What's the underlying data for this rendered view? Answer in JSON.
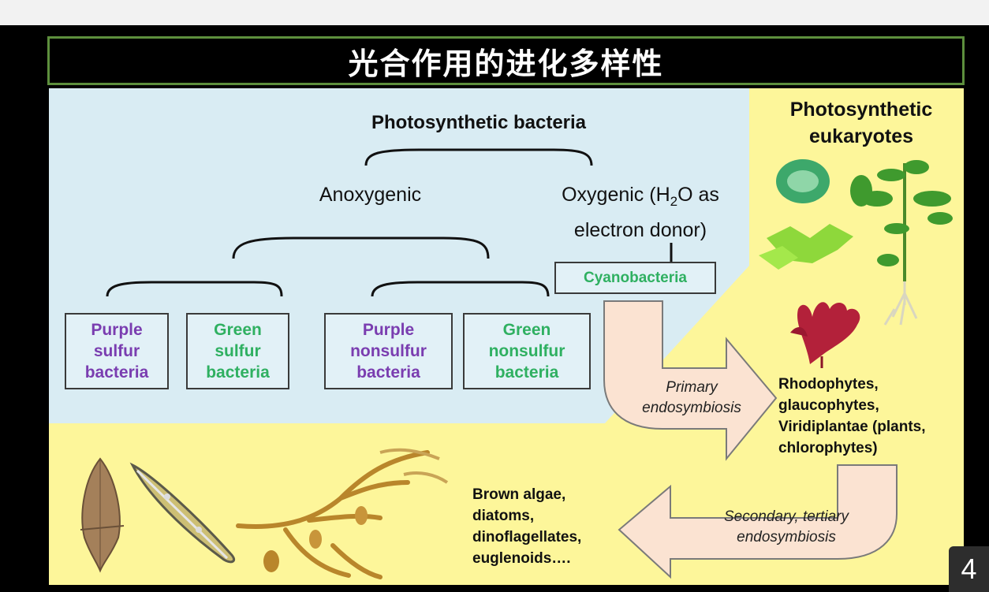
{
  "slide": {
    "title": "光合作用的进化多样性",
    "page_number": "4"
  },
  "tree": {
    "root_label": "Photosynthetic bacteria",
    "anoxygenic_label": "Anoxygenic",
    "oxygenic_line1": "Oxygenic (H",
    "oxygenic_sub": "2",
    "oxygenic_line1_end": "O as",
    "oxygenic_line2": "electron donor)",
    "cyanobacteria": "Cyanobacteria",
    "leaves": [
      {
        "line1": "Purple",
        "line2": "sulfur",
        "line3": "bacteria",
        "color": "#7a3db0"
      },
      {
        "line1": "Green",
        "line2": "sulfur",
        "line3": "bacteria",
        "color": "#2fb061"
      },
      {
        "line1": "Purple",
        "line2": "nonsulfur",
        "line3": "bacteria",
        "color": "#7a3db0"
      },
      {
        "line1": "Green",
        "line2": "nonsulfur",
        "line3": "bacteria",
        "color": "#2fb061"
      }
    ]
  },
  "eukaryotes": {
    "heading_line1": "Photosynthetic",
    "heading_line2": "eukaryotes",
    "primary_line1": "Primary",
    "primary_line2": "endosymbiosis",
    "primary_groups": [
      "Rhodophytes,",
      "glaucophytes,",
      "Viridiplantae (plants,",
      "chlorophytes)"
    ],
    "secondary_line1": "Secondary, tertiary",
    "secondary_line2": "endosymbiosis",
    "secondary_groups": [
      "Brown algae,",
      "diatoms,",
      "dinoflagellates,",
      "euglenoids…."
    ]
  },
  "colors": {
    "blue_panel": "#d9ecf3",
    "yellow_panel": "#fdf69a",
    "arrow_fill": "#fbe3d2",
    "title_border": "#5d8f3d"
  }
}
